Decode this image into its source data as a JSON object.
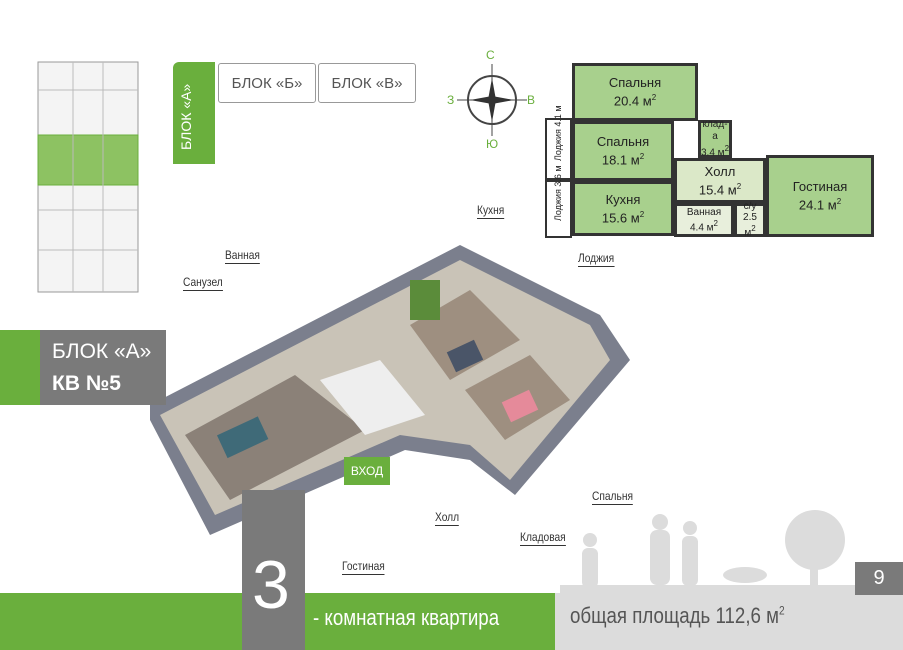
{
  "blocks": {
    "a": "БЛОК «А»",
    "b": "БЛОК «Б»",
    "c": "БЛОК «В»"
  },
  "compass": {
    "n": "С",
    "s": "Ю",
    "w": "З",
    "e": "В"
  },
  "plan": {
    "rooms": [
      {
        "name": "Спальня",
        "area": "20.4 м"
      },
      {
        "name": "Спальня",
        "area": "18.1 м"
      },
      {
        "name": "Кухня",
        "area": "15.6 м"
      },
      {
        "name": "клад-а",
        "area": "3.4 м"
      },
      {
        "name": "Холл",
        "area": "15.4 м"
      },
      {
        "name": "Гостиная",
        "area": "24.1 м"
      },
      {
        "name": "Ванная",
        "area": "4.4 м"
      },
      {
        "name": "с/у",
        "area": "2.5 м"
      },
      {
        "name": "Лоджия",
        "area": "4.1 м"
      },
      {
        "name": "Лоджия",
        "area": "3.6 м"
      }
    ],
    "sup": "2"
  },
  "apartment": {
    "block": "БЛОК «А»",
    "number": "КВ №5"
  },
  "callouts": {
    "kitchen": "Кухня",
    "loggia": "Лоджия",
    "bath": "Ванная",
    "wc": "Санузел",
    "entrance": "ВХОД",
    "bedroom": "Спальня",
    "hall": "Холл",
    "storage": "Кладовая",
    "living": "Гостиная"
  },
  "footer": {
    "rooms_count": "3",
    "type": "- комнатная квартира",
    "area_label": "общая площадь 112,6 м",
    "area_sup": "2",
    "page": "9"
  },
  "colors": {
    "accent": "#6aaf3d",
    "grey": "#7a7a7a"
  }
}
